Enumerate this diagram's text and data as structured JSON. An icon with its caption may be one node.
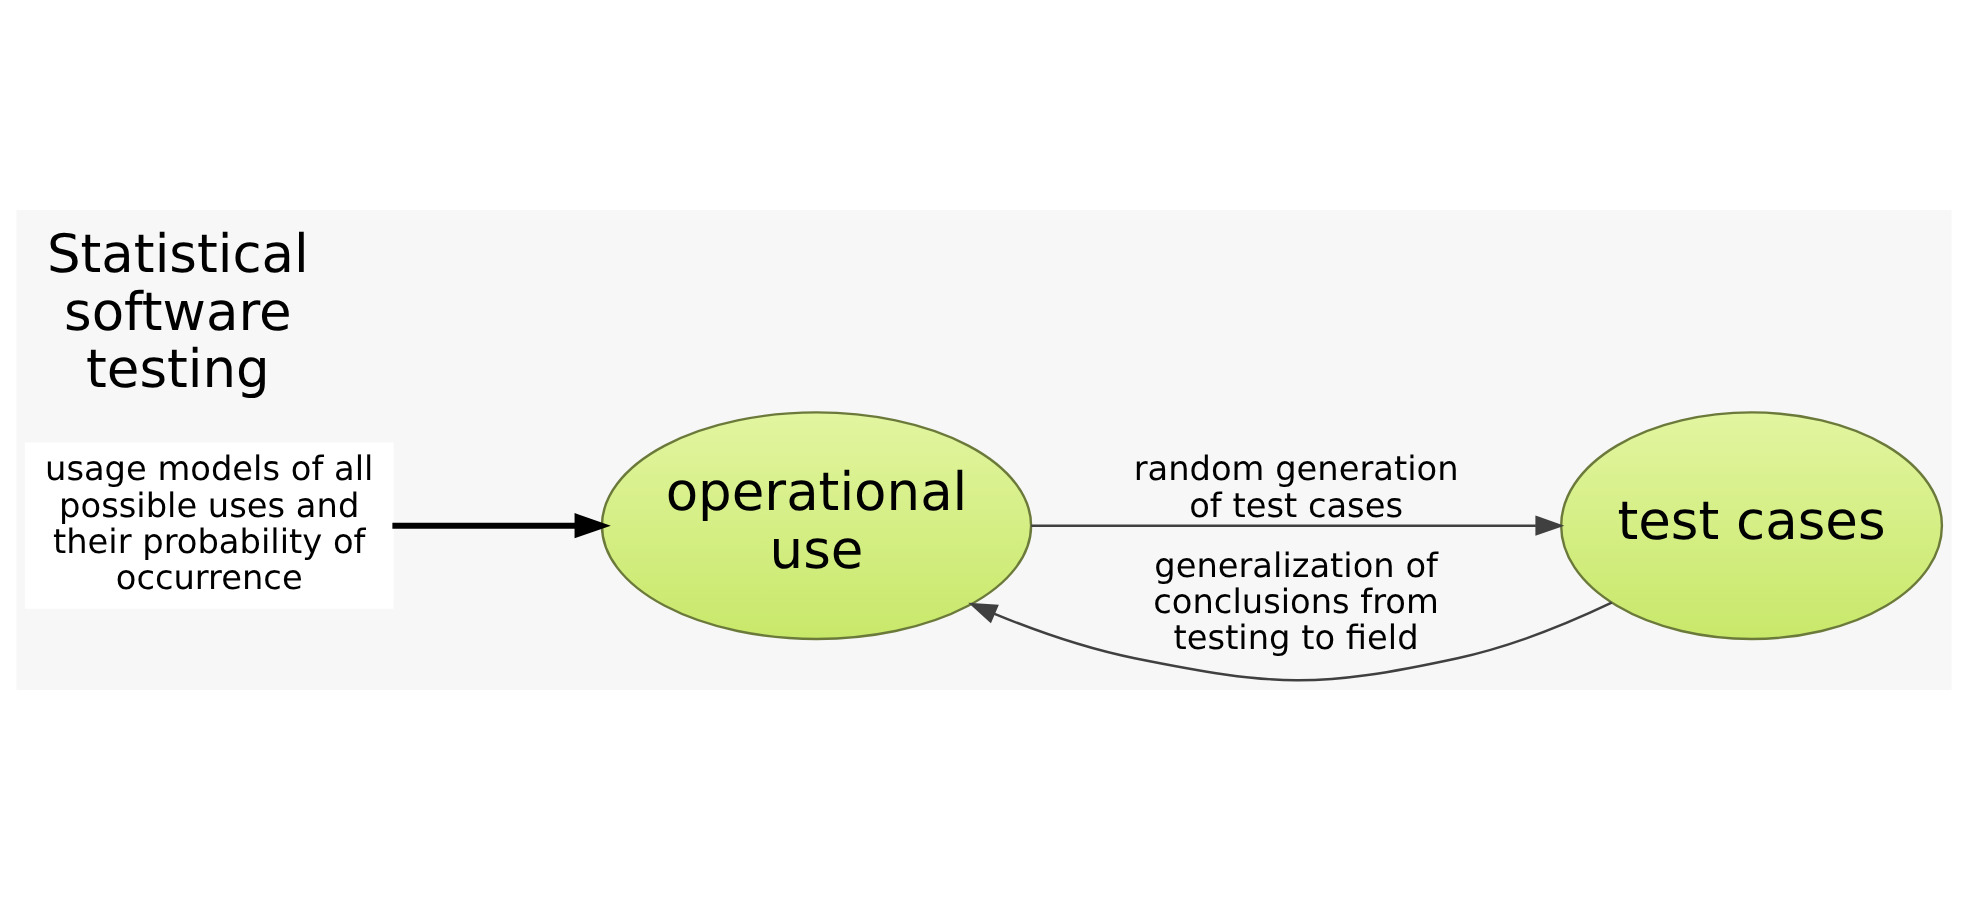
{
  "diagram": {
    "title": "Statistical software testing",
    "nodes": [
      {
        "text": [
          "operational use"
        ]
      },
      {
        "text": [
          "test cases"
        ]
      },
      {
        "text": [
          "usage models of all possible uses and their probability of occurrence"
        ]
      }
    ],
    "edges": [
      {
        "from": 0,
        "to": 1,
        "arrow": "to",
        "label": "random generation of test cases"
      },
      {
        "from": 1,
        "to": 0,
        "arrow": "to",
        "label": "generalization of conclusions from testing to field"
      },
      {
        "from": 2,
        "to": 0,
        "arrow": "to",
        "style": "thick",
        "color": "#000000"
      }
    ]
  }
}
